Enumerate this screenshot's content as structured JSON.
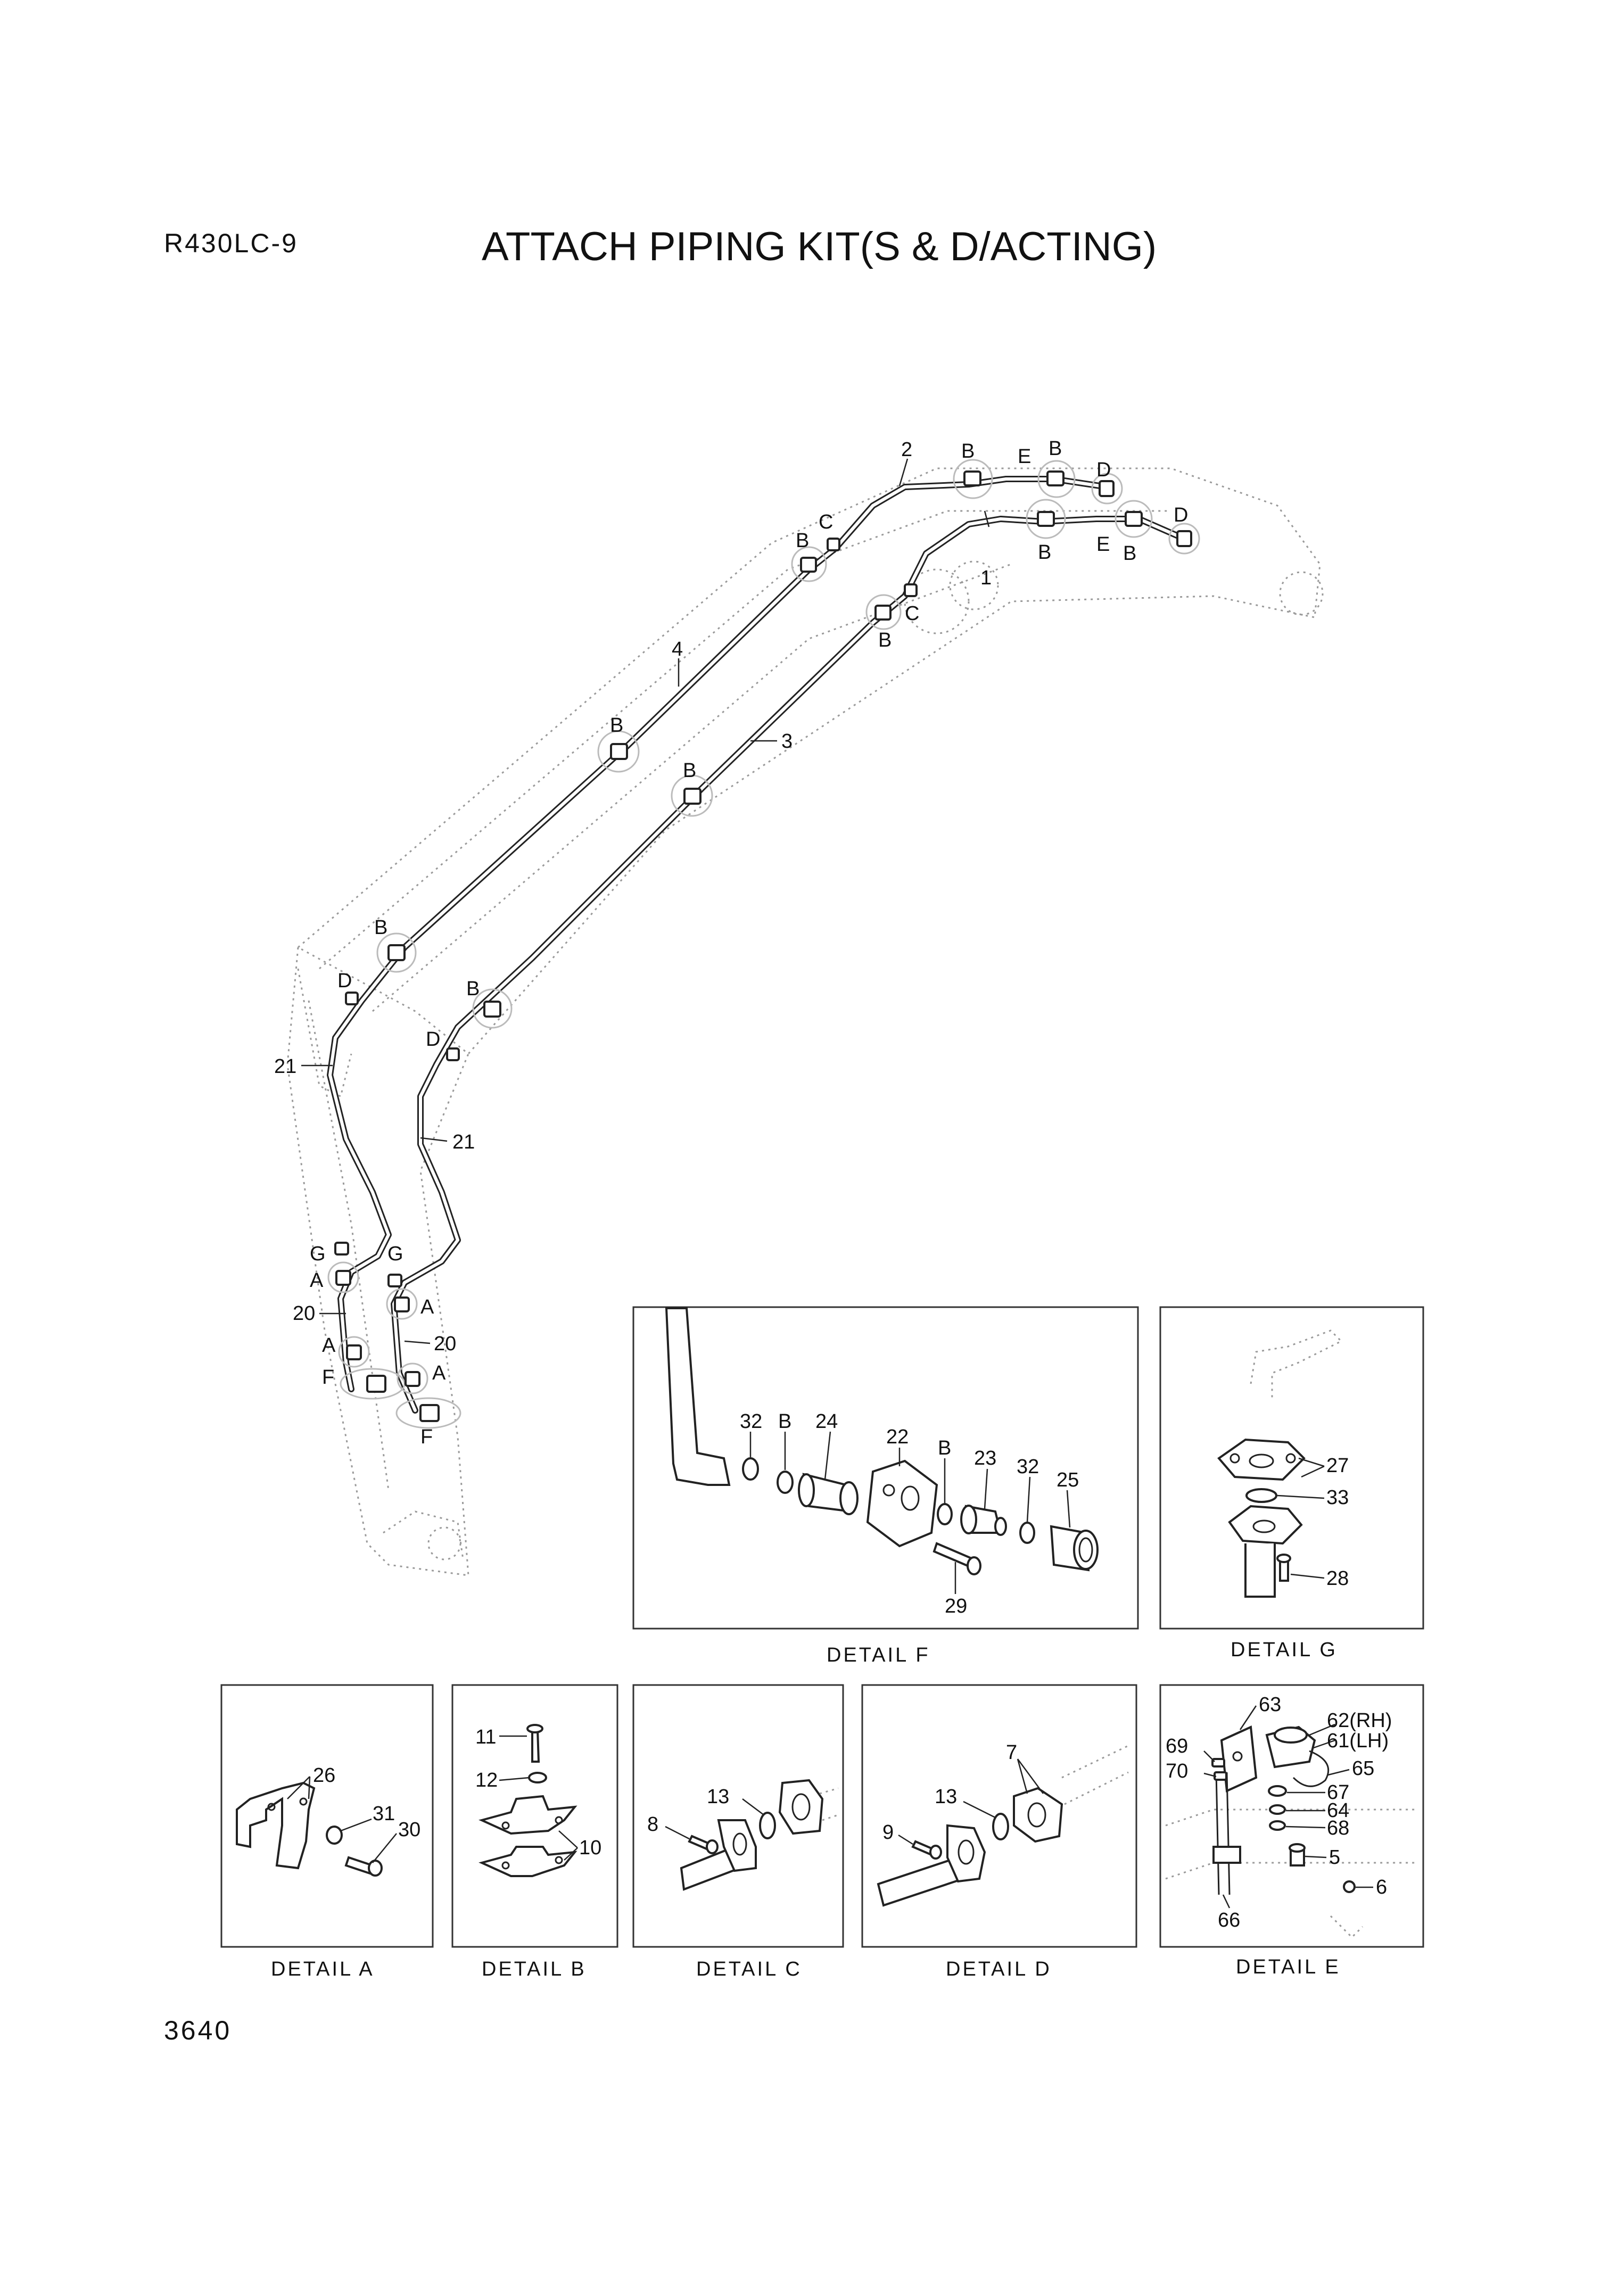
{
  "header": {
    "model": "R430LC-9",
    "title": "ATTACH PIPING KIT(S & D/ACTING)"
  },
  "footer": {
    "page_number": "3640"
  },
  "main_labels": {
    "l2": "2",
    "l1": "1",
    "l3": "3",
    "l4": "4",
    "l21a": "21",
    "l21b": "21",
    "l20a": "20",
    "l20b": "20",
    "B": "B",
    "C": "C",
    "D": "D",
    "E": "E",
    "A": "A",
    "F": "F",
    "G": "G"
  },
  "details": {
    "F": {
      "caption": "DETAIL  F",
      "labels": [
        "32",
        "B",
        "24",
        "22",
        "B",
        "23",
        "32",
        "25",
        "29"
      ]
    },
    "G": {
      "caption": "DETAIL  G",
      "labels": [
        "27",
        "33",
        "28"
      ]
    },
    "A": {
      "caption": "DETAIL  A",
      "labels": [
        "26",
        "31",
        "30"
      ]
    },
    "B": {
      "caption": "DETAIL  B",
      "labels": [
        "11",
        "12",
        "10"
      ]
    },
    "C": {
      "caption": "DETAIL  C",
      "labels": [
        "13",
        "8"
      ]
    },
    "D": {
      "caption": "DETAIL  D",
      "labels": [
        "7",
        "13",
        "9"
      ]
    },
    "E": {
      "caption": "DETAIL  E",
      "labels": [
        "63",
        "62(RH)",
        "61(LH)",
        "69",
        "70",
        "65",
        "67",
        "64",
        "68",
        "5",
        "6",
        "66"
      ]
    }
  }
}
